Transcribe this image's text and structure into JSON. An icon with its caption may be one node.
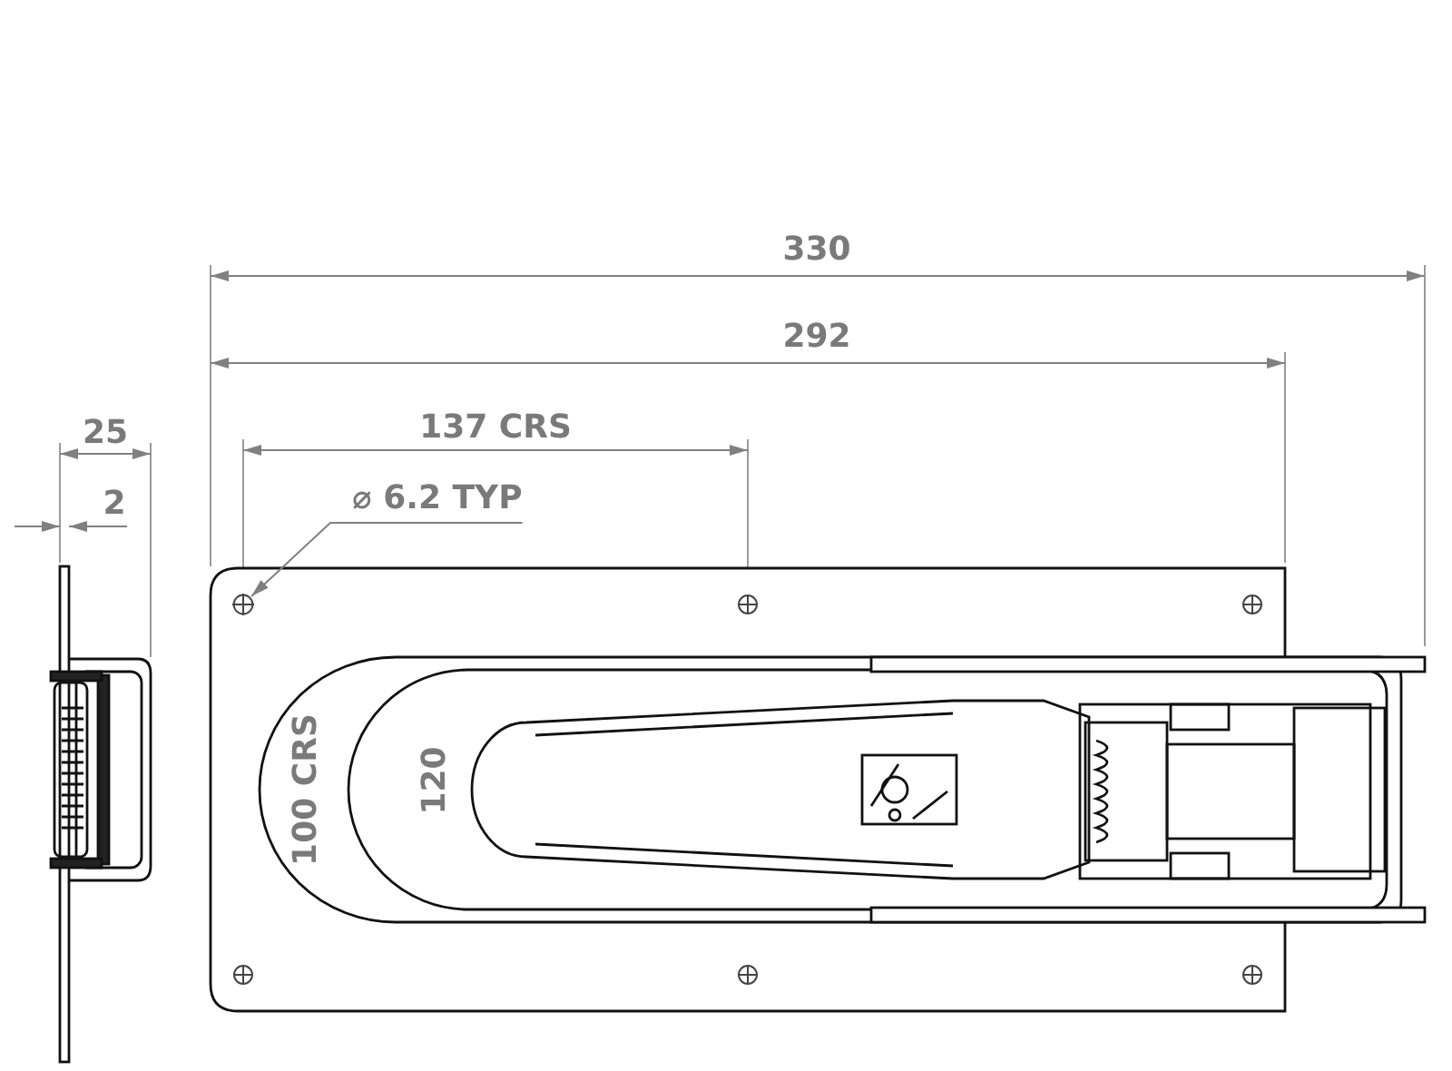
{
  "diagram": {
    "nodes": [
      {
        "text": [
          "⌀ 6.2 TYP"
        ]
      },
      {
        "text": [],
        "shape": "circle"
      }
    ],
    "edges": [
      {
        "from": 0,
        "to": 1,
        "arrow": "to"
      }
    ],
    "labels": [
      "330",
      "292",
      "137 CRS",
      "25",
      "2",
      "100 CRS",
      "120"
    ]
  }
}
